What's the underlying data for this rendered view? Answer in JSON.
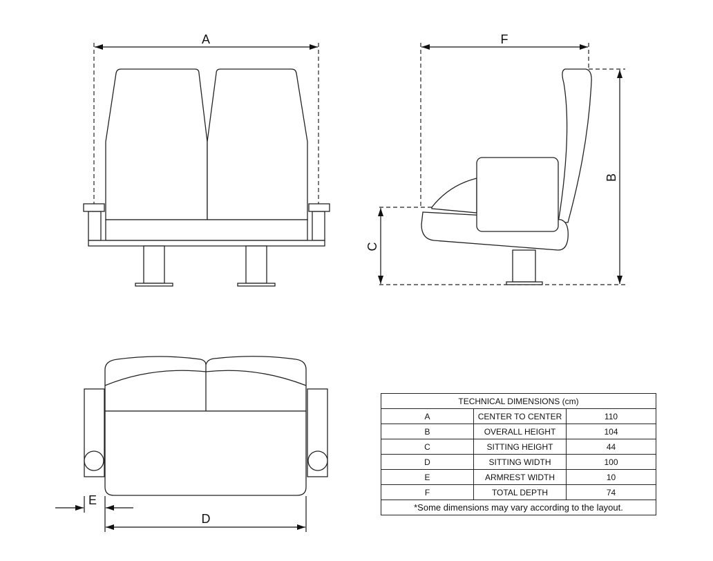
{
  "labels": {
    "A": "A",
    "B": "B",
    "C": "C",
    "D": "D",
    "E": "E",
    "F": "F"
  },
  "table": {
    "title": "TECHNICAL DIMENSIONS (cm)",
    "rows": [
      {
        "code": "A",
        "name": "CENTER TO CENTER",
        "value": "110"
      },
      {
        "code": "B",
        "name": "OVERALL HEIGHT",
        "value": "104"
      },
      {
        "code": "C",
        "name": "SITTING HEIGHT",
        "value": "44"
      },
      {
        "code": "D",
        "name": "SITTING WIDTH",
        "value": "100"
      },
      {
        "code": "E",
        "name": "ARMREST WIDTH",
        "value": "10"
      },
      {
        "code": "F",
        "name": "TOTAL DEPTH",
        "value": "74"
      }
    ],
    "note": "*Some dimensions may vary according to the layout."
  }
}
